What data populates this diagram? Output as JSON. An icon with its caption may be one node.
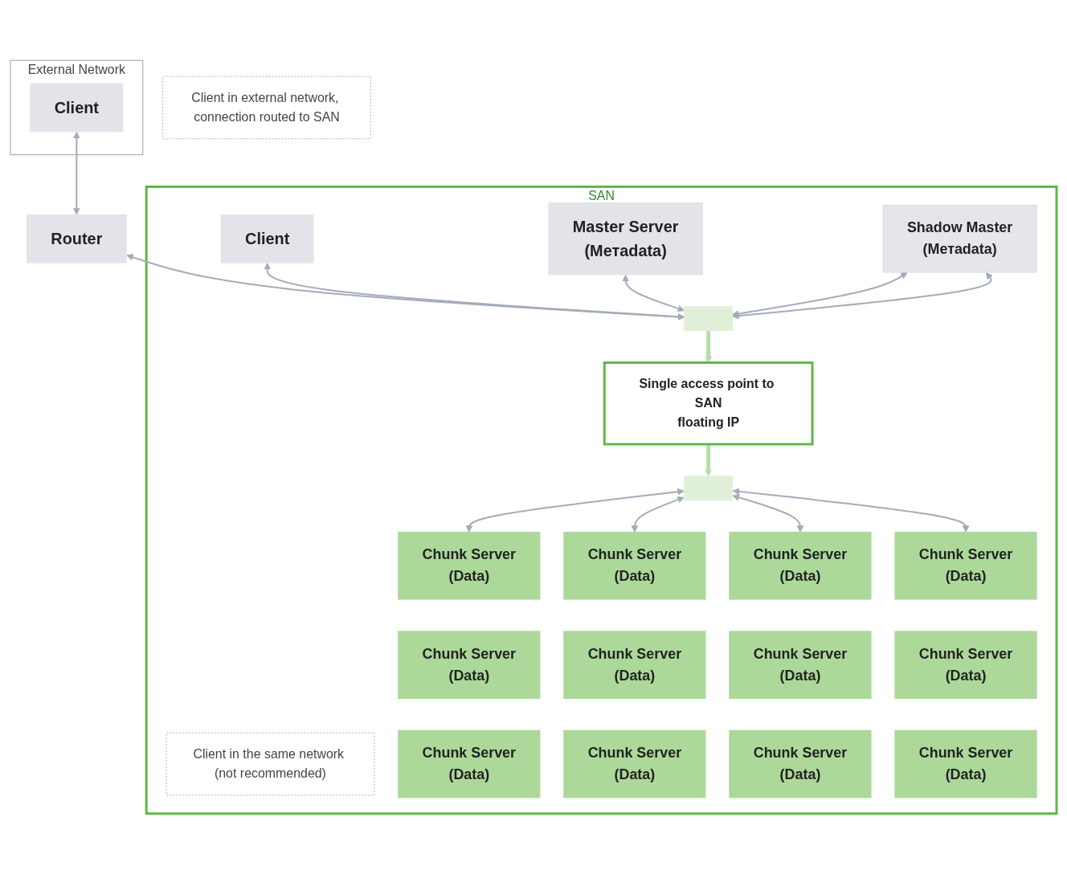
{
  "diagram": {
    "nodes": [
      {
        "text": [
          "Client in external network, connection routed to SAN"
        ]
      },
      {
        "text": [
          "External Network"
        ]
      },
      {
        "text": [
          "Client"
        ],
        "in": 1
      },
      {
        "text": [
          "Router"
        ]
      },
      {
        "text": [
          "SAN"
        ]
      },
      {
        "text": [
          "Client in the same network (not recommended)"
        ],
        "in": 4
      },
      {
        "text": [
          "Client"
        ],
        "in": 4
      },
      {
        "text": [
          "Master Server",
          "(Метadata)"
        ],
        "in": 4
      },
      {
        "text": [
          "Shadow Master",
          "(Метadata)"
        ],
        "in": 4
      },
      {
        "text": [],
        "shape": "bar",
        "in": 4
      },
      {
        "text": [
          "Single access point to SAN",
          "floating IP"
        ],
        "in": 4
      },
      {
        "text": [],
        "shape": "bar",
        "in": 4
      },
      {
        "text": [
          "Chunk Server",
          "(Data)"
        ],
        "in": 4
      },
      {
        "text": [
          "Chunk Server",
          "(Data)"
        ],
        "in": 4
      },
      {
        "text": [
          "Chunk Server",
          "(Data)"
        ],
        "in": 4
      },
      {
        "text": [
          "Chunk Server",
          "(Data)"
        ],
        "in": 4
      },
      {
        "text": [
          "Chunk Server",
          "(Data)"
        ],
        "in": 4
      },
      {
        "text": [
          "Chunk Server",
          "(Data)"
        ],
        "in": 4
      },
      {
        "text": [
          "Chunk Server",
          "(Data)"
        ],
        "in": 4
      },
      {
        "text": [
          "Chunk Server",
          "(Data)"
        ],
        "in": 4
      },
      {
        "text": [
          "Chunk Server",
          "(Data)"
        ],
        "in": 4
      },
      {
        "text": [
          "Chunk Server",
          "(Data)"
        ],
        "in": 4
      },
      {
        "text": [
          "Chunk Server",
          "(Data)"
        ],
        "in": 4
      },
      {
        "text": [
          "Chunk Server",
          "(Data)"
        ],
        "in": 4
      }
    ],
    "edges": [
      {
        "from": 2,
        "to": 3,
        "arrow": "both"
      },
      {
        "from": 3,
        "to": 9,
        "arrow": "both"
      },
      {
        "from": 6,
        "to": 9,
        "arrow": "both"
      },
      {
        "from": 7,
        "to": 9,
        "arrow": "both"
      },
      {
        "from": 8,
        "to": 9,
        "arrow": "both"
      },
      {
        "from": 8,
        "to": 9,
        "arrow": "both"
      },
      {
        "from": 9,
        "to": 10,
        "arrow": "to",
        "style": "thick",
        "color": "#b5dea8"
      },
      {
        "from": 10,
        "to": 11,
        "arrow": "to",
        "style": "thick",
        "color": "#b5dea8"
      },
      {
        "from": 11,
        "to": 12,
        "arrow": "both"
      },
      {
        "from": 11,
        "to": 13,
        "arrow": "both"
      },
      {
        "from": 11,
        "to": 14,
        "arrow": "both"
      },
      {
        "from": 11,
        "to": 15,
        "arrow": "both"
      }
    ]
  }
}
